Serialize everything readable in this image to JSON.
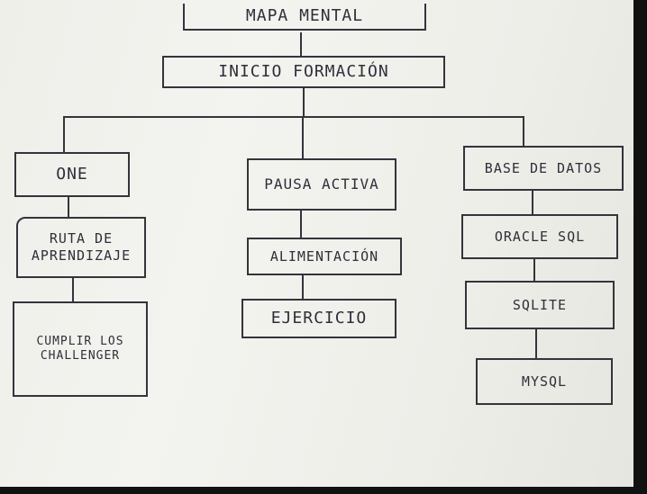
{
  "title": "MAPA MENTAL",
  "root": "INICIO FORMACIÓN",
  "branches": [
    {
      "label": "ONE",
      "children": [
        "RUTA DE APRENDIZAJE",
        "CUMPLIR LOS CHALLENGER"
      ]
    },
    {
      "label": "PAUSA ACTIVA",
      "children": [
        "ALIMENTACIÓN",
        "EJERCICIO"
      ]
    },
    {
      "label": "BASE DE DATOS",
      "children": [
        "ORACLE SQL",
        "SQLITE",
        "MYSQL"
      ]
    }
  ]
}
